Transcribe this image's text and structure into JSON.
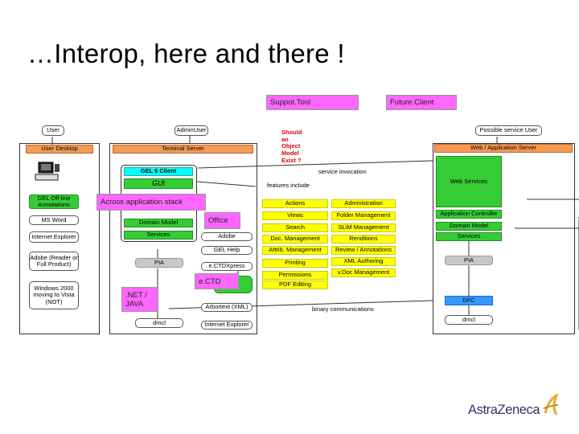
{
  "slide": {
    "title": "…Interop, here and there !"
  },
  "top_labels": {
    "suppot_tool": "Suppot.Tool",
    "future_client": "Future.Client"
  },
  "left_column": {
    "user": "User",
    "user_desktop": "User Desktop",
    "gel_offline": "GEL Off-line Annotations",
    "ms_word": "MS Word",
    "internet_explorer": "Internet Explorer",
    "adobe": "Adobe (Reader or Full Product)",
    "windows": "Windows 2000 moving to Vista (NOT)"
  },
  "terminal": {
    "admin_user": "AdminUser",
    "terminal_server": "Terminal Server",
    "gel_client": "GEL 6 Client",
    "gui": "GUI",
    "domain_model": "Domain Model",
    "services": "Services",
    "pia": "PIA",
    "dmcl": "dmcl",
    "adobe": "Adobe",
    "gel_help": "GEL Help",
    "ectdxpress": "e.CTDXpress",
    "arbortext": "Arbortext (XML)",
    "internet_explorer": "Internet Explorer"
  },
  "middle": {
    "question": "Should an Object Model Exist ?",
    "service_invocation": "service invocation",
    "features_include": "features include",
    "binary_communications": "binary communications",
    "features_left": [
      "Actions",
      "Views",
      "Search",
      "Doc. Management",
      "Attrib. Management",
      "Printing",
      "Permissions",
      "PDF Editing"
    ],
    "features_right": [
      "Administration",
      "Folder Management",
      "SLiM Management",
      "Renditions",
      "Review / Annotations",
      "XML Authoring",
      "v.Doc Management"
    ]
  },
  "right_column": {
    "possible_user": "Possible service User",
    "web_app_server": "Web / Application Server",
    "web_services": "Web Services",
    "app_controller": "Application Controller",
    "domain_model": "Domain Model",
    "services": "Services",
    "pia": "PIA",
    "dfc": "DFC",
    "dmcl": "dmcl"
  },
  "overlays": {
    "across_stack": "Across application stack",
    "office": "Office",
    "ectd": "e.CTD",
    "net_java": ".NET / JAVA"
  },
  "logo": {
    "text": "AstraZeneca"
  },
  "colors": {
    "pink": "#ff66ff",
    "orange": "#f39a55",
    "green": "#35cc35",
    "yellow": "#ffff00",
    "cyan": "#00ffff",
    "blue": "#3399ff"
  }
}
